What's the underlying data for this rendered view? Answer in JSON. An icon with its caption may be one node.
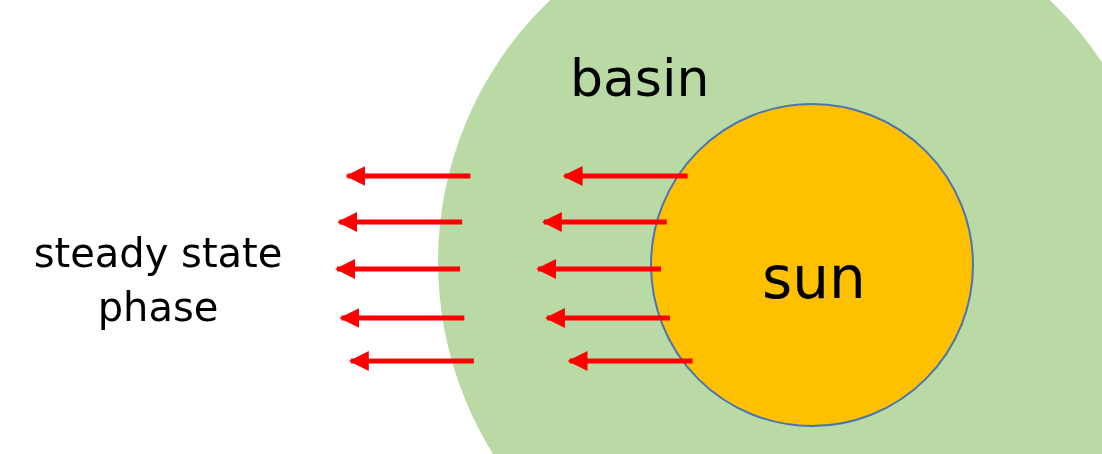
{
  "diagram": {
    "nodes": [
      {
        "text": [
          "basin"
        ]
      },
      {
        "text": [
          "sun"
        ],
        "in": 0
      }
    ],
    "edges": [
      {
        "from": 0,
        "to": null,
        "arrow": "to"
      },
      {
        "from": 1,
        "to": null,
        "arrow": "to"
      },
      {
        "from": 0,
        "to": null,
        "arrow": "to"
      },
      {
        "from": 1,
        "to": null,
        "arrow": "to"
      },
      {
        "from": 0,
        "to": null,
        "arrow": "to"
      },
      {
        "from": 1,
        "to": null,
        "arrow": "to"
      },
      {
        "from": 0,
        "to": null,
        "arrow": "to"
      },
      {
        "from": 1,
        "to": null,
        "arrow": "to"
      },
      {
        "from": 0,
        "to": null,
        "arrow": "to"
      },
      {
        "from": 1,
        "to": null,
        "arrow": "to"
      }
    ],
    "labels": [
      "steady state phase"
    ]
  }
}
